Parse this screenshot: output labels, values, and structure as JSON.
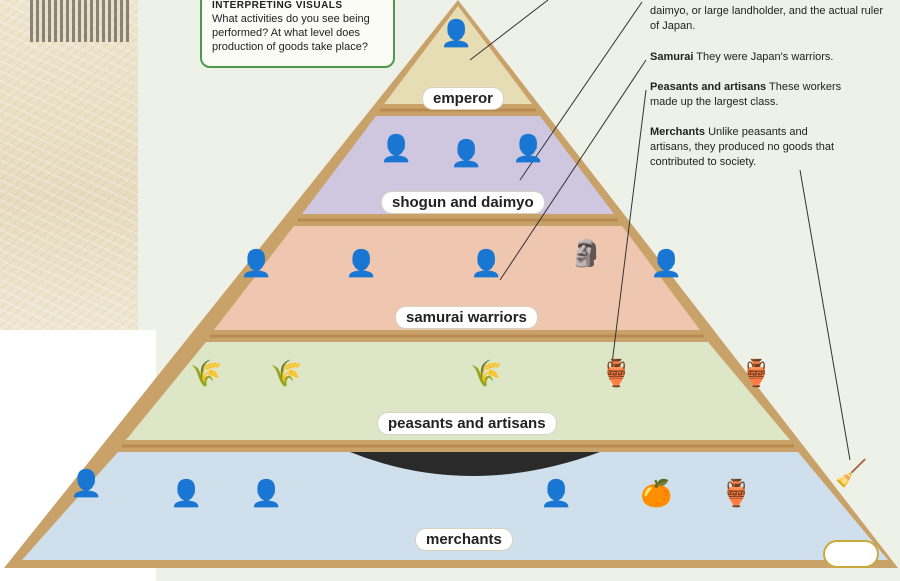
{
  "callout": {
    "heading": "INTERPRETING VISUALS",
    "text": "What activities do you see being performed? At what level does production of goods take place?"
  },
  "notes": {
    "emperor_tail": "daimyo, or large landholder, and the actual ruler of Japan.",
    "samurai_term": "Samurai",
    "samurai_text": "They were Japan's warriors.",
    "peasants_term": "Peasants and artisans",
    "peasants_text": "These workers made up the largest class.",
    "merchants_term": "Merchants",
    "merchants_text": "Unlike peasants and artisans, they produced no goods that contributed to society."
  },
  "tiers": [
    {
      "label": "emperor"
    },
    {
      "label": "shogun and daimyo"
    },
    {
      "label": "samurai warriors"
    },
    {
      "label": "peasants and artisans"
    },
    {
      "label": "merchants"
    }
  ],
  "colors": {
    "emperor": "#e7ddb4",
    "shogun": "#cfc6e0",
    "samurai": "#efc7b0",
    "peasants": "#dde7c8",
    "merchants": "#cfe0ec",
    "frame": "#c9a26a",
    "callout_border": "#4f9a4a"
  }
}
